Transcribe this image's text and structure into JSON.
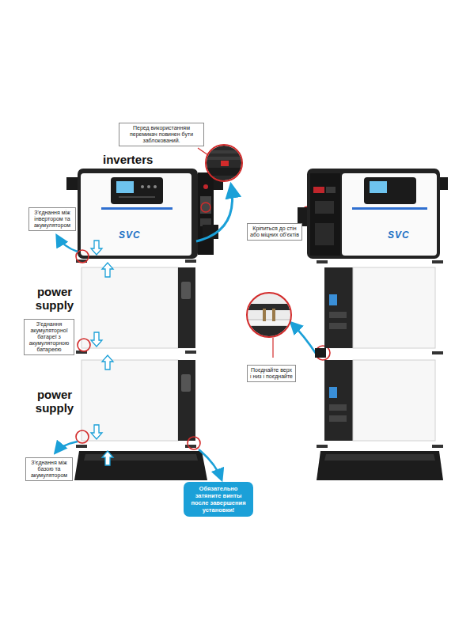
{
  "diagram": {
    "nodes": [
      {
        "text": [
          "Перед використанням перемикач повинен бути заблокований."
        ]
      },
      {
        "text": [
          "З'єднання між інвертором та акумулятором"
        ]
      },
      {
        "text": [
          "Кріпиться до стін або міцних об'єктів"
        ]
      },
      {
        "text": [
          "Поєднайте верх і низ і поєднайте"
        ]
      },
      {
        "text": [
          "З'єднання акумуляторної батареї з акумуляторною батареєю"
        ]
      },
      {
        "text": [
          "З'єднання між базою та акумулятором"
        ]
      },
      {
        "text": [
          "Обязательно затяните винты после завершения установки!"
        ]
      }
    ],
    "labels": [
      "inverters",
      "power supply",
      "power supply",
      "SVC",
      "SVC"
    ]
  }
}
